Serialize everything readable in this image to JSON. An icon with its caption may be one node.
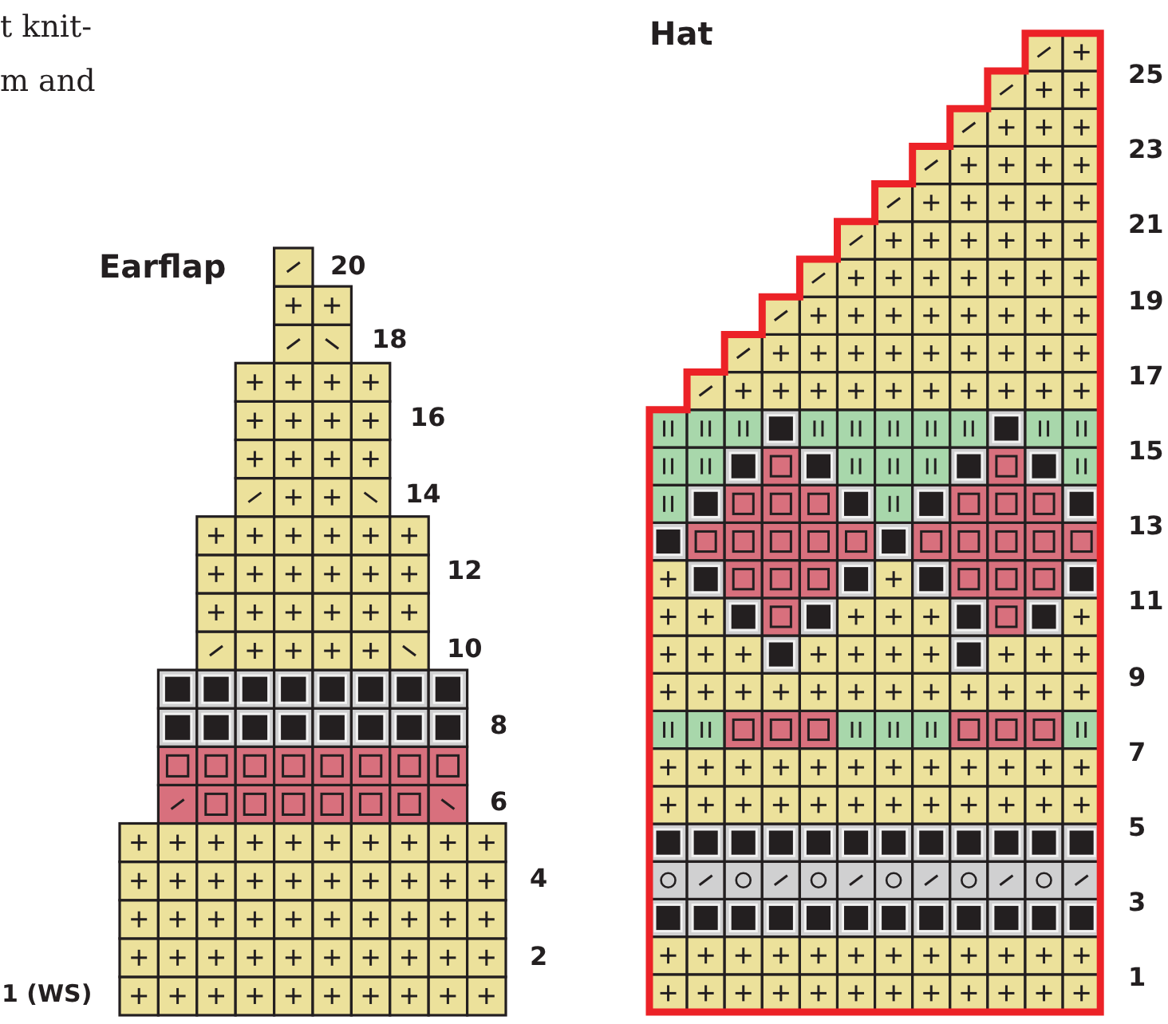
{
  "diagram": {
    "labels": [
      "t knit-",
      "m and",
      "Earflap",
      "20",
      "18",
      "16",
      "14",
      "12",
      "10",
      "8",
      "6",
      "4",
      "2",
      "1 (WS)",
      "Hat",
      "25",
      "23",
      "21",
      "19",
      "17",
      "15",
      "13",
      "11",
      "9",
      "7",
      "5",
      "3",
      "1"
    ]
  }
}
